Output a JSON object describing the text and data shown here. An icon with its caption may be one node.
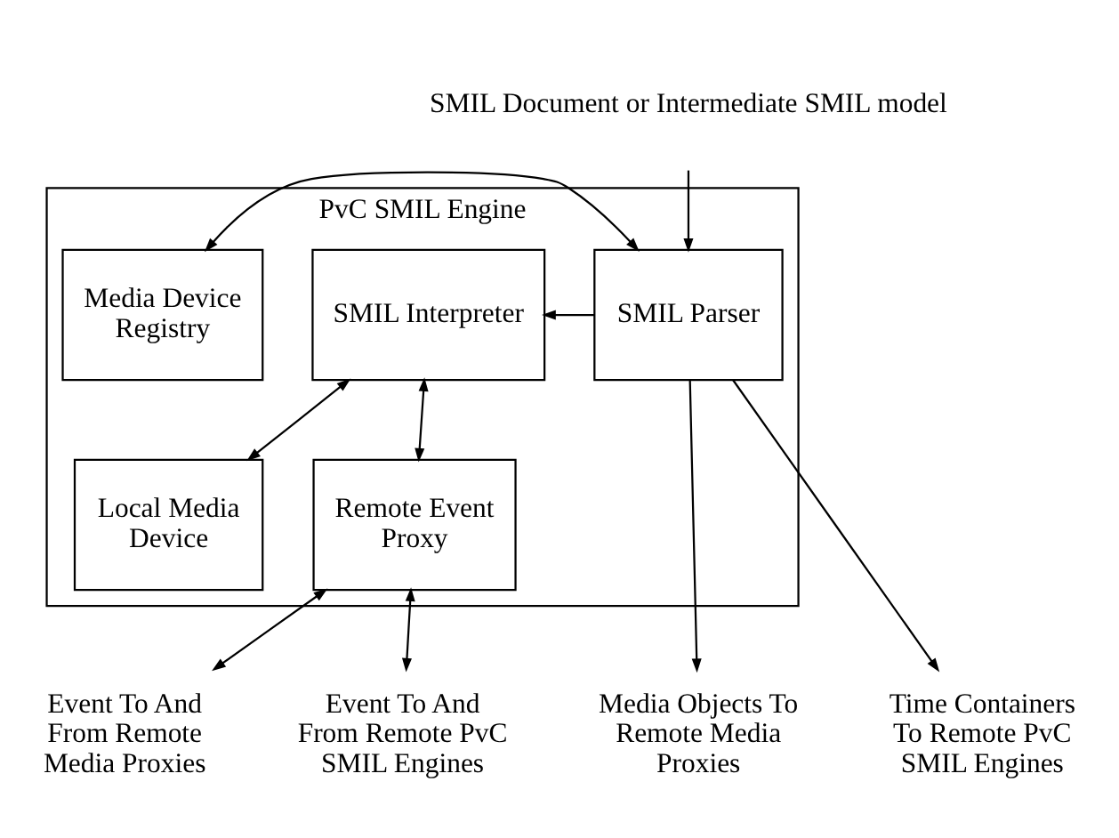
{
  "diagram": {
    "nodes": [
      {
        "text": [
          "SMIL Document or Intermediate SMIL model"
        ]
      },
      {
        "text": [
          "PvC SMIL Engine"
        ]
      },
      {
        "text": [
          "Media Device Registry"
        ],
        "in": 1
      },
      {
        "text": [
          "SMIL Parser"
        ],
        "in": 1
      },
      {
        "text": [
          "SMIL Interpreter"
        ],
        "in": 1
      },
      {
        "text": [
          "Local Media Device"
        ],
        "in": 1
      },
      {
        "text": [
          "Remote Event Proxy"
        ],
        "in": 1
      },
      {
        "text": [
          "Media Objects To Remote Media Proxies"
        ]
      },
      {
        "text": [
          "Time Containers To Remote PvC SMIL Engines"
        ]
      },
      {
        "text": [
          "Event To And From Remote Media Proxies"
        ]
      },
      {
        "text": [
          "Event To And From Remote PvC SMIL Engines"
        ]
      }
    ],
    "edges": [
      {
        "from": 0,
        "to": 3,
        "arrow": "to"
      },
      {
        "from": 2,
        "to": 3,
        "arrow": "both"
      },
      {
        "from": 3,
        "to": 4,
        "arrow": "to"
      },
      {
        "from": 4,
        "to": 5,
        "arrow": "both"
      },
      {
        "from": 4,
        "to": 6,
        "arrow": "both"
      },
      {
        "from": 3,
        "to": 7,
        "arrow": "to"
      },
      {
        "from": 3,
        "to": 8,
        "arrow": "to"
      },
      {
        "from": 6,
        "to": 9,
        "arrow": "both"
      },
      {
        "from": 6,
        "to": 10,
        "arrow": "both"
      }
    ]
  }
}
